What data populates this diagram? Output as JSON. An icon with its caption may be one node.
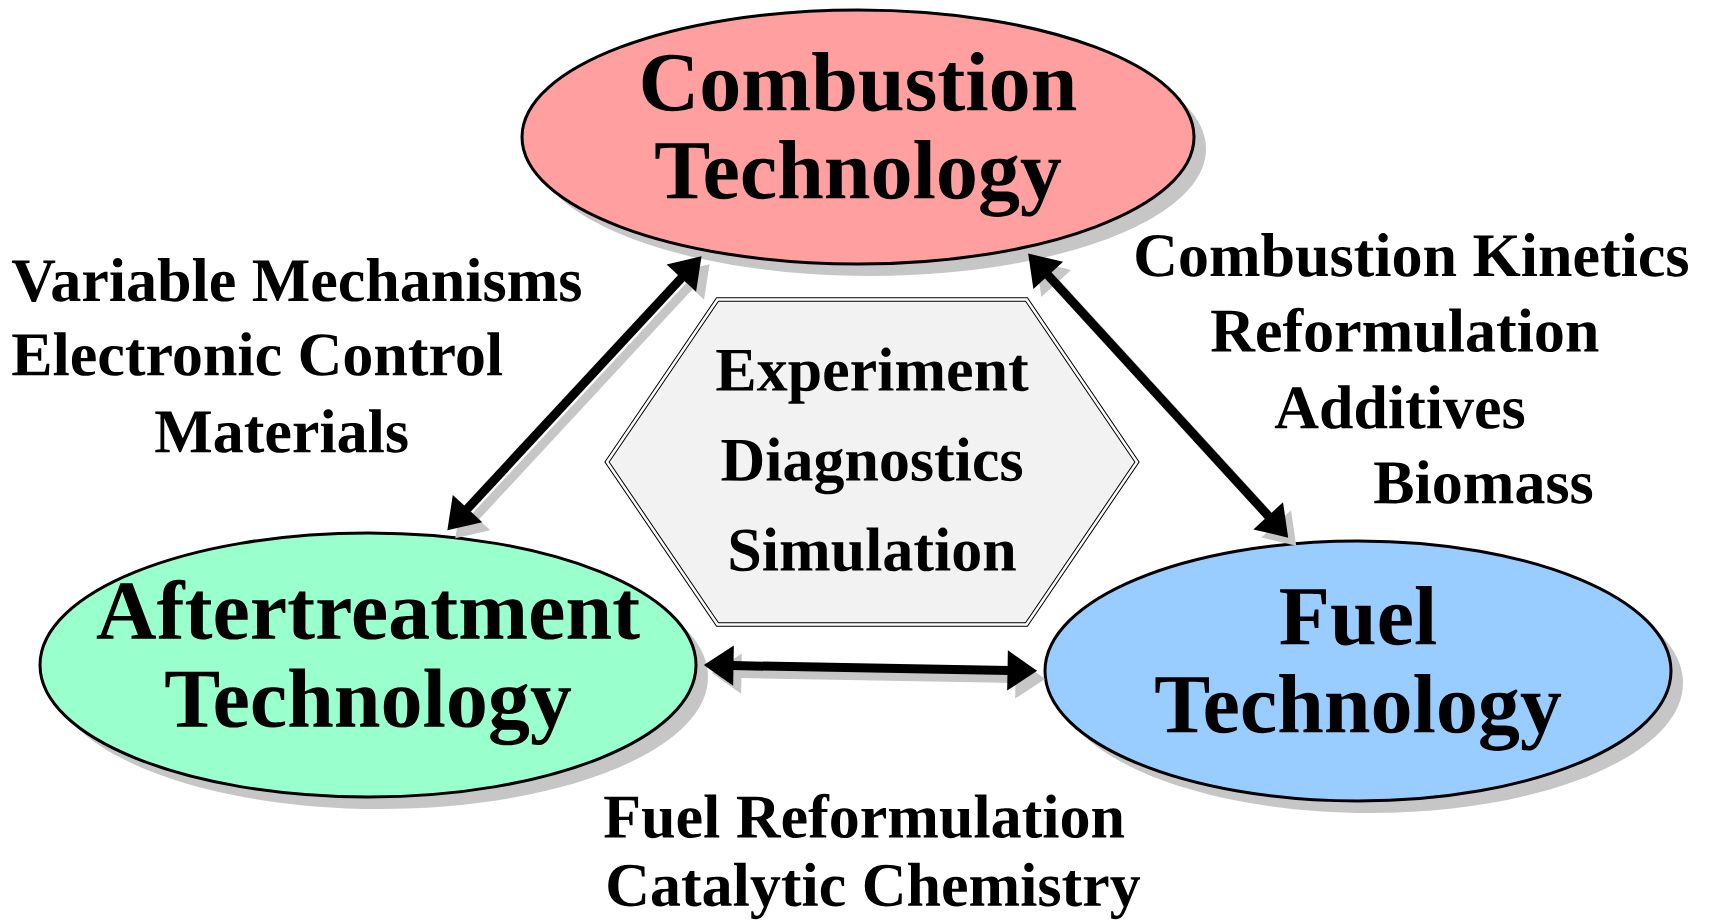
{
  "diagram": {
    "nodes": [
      {
        "text": [
          "Combustion Technology"
        ]
      },
      {
        "text": [
          "Experiment Diagnostics Simulation"
        ]
      },
      {
        "text": [
          "Aftertreatment Technology"
        ]
      },
      {
        "text": [
          "Fuel Technology"
        ]
      }
    ],
    "edges": [
      {
        "from": 0,
        "to": 2,
        "arrow": "both"
      },
      {
        "from": 0,
        "to": 3,
        "arrow": "both"
      },
      {
        "from": 2,
        "to": 3,
        "arrow": "both"
      }
    ],
    "labels": [
      "Variable Mechanisms",
      "Electronic Control",
      "Materials",
      "Combustion Kinetics",
      "Reformulation",
      "Additives",
      "Biomass",
      "Fuel Reformulation",
      "Catalytic Chemistry"
    ]
  }
}
